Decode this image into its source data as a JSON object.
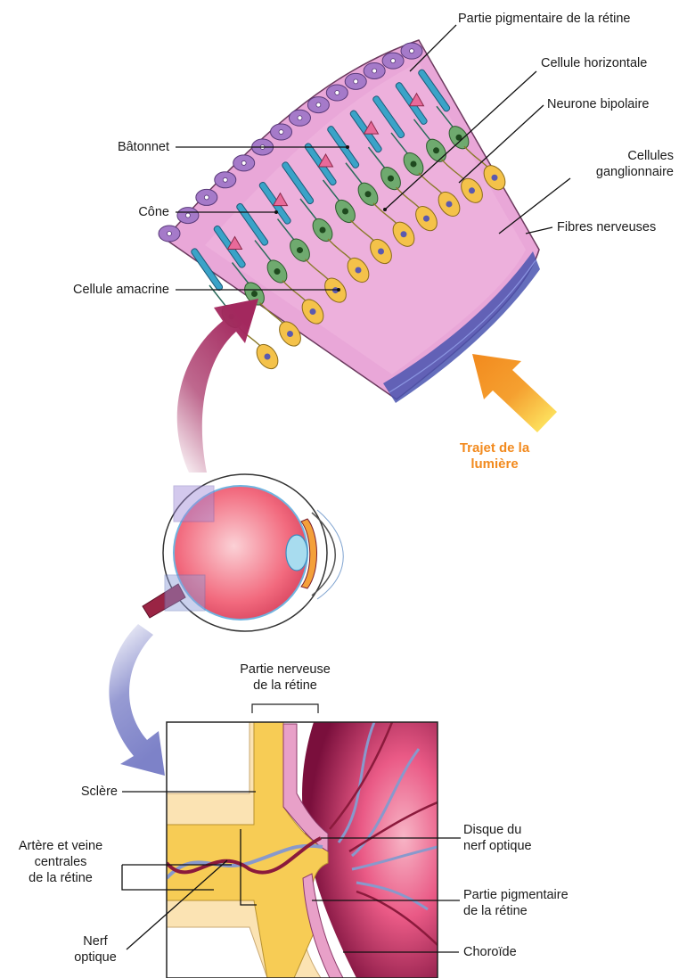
{
  "labels": {
    "pigment_top": "Partie pigmentaire de la rétine",
    "horizontal": "Cellule horizontale",
    "bipolar": "Neurone bipolaire",
    "ganglion": "Cellules\nganglionnaire",
    "fibers": "Fibres nerveuses",
    "rod": "Bâtonnet",
    "cone": "Cône",
    "amacrine": "Cellule amacrine",
    "light_path": "Trajet de la\nlumière",
    "neural_retina": "Partie nerveuse\nde la rétine",
    "sclera": "Sclère",
    "central_vessels": "Artère et veine\ncentrales\nde la rétine",
    "optic_disc": "Disque du\nnerf optique",
    "pigment_bottom": "Partie pigmentaire\nde la rétine",
    "optic_nerve": "Nerf\noptique",
    "choroid": "Choroïde"
  },
  "colors": {
    "retina_bg": "#e9a7d8",
    "pigment_cells": "#a57ac9",
    "rods": "#3aa3c8",
    "cones": "#e96a9a",
    "bipolar": "#6faa6f",
    "ganglion": "#f4c24a",
    "nerve_fibers": "#4a55b0",
    "light_arrow": "#f28a1e",
    "upper_arrow": "#a3285e",
    "lower_arrow": "#7d82c8",
    "sclera": "#fbe3b3",
    "optic_nerve": "#f7cc55",
    "eyeball": "#f26a7e",
    "vessels_artery": "#8b1a3c",
    "vessels_vein": "#8899cc"
  }
}
